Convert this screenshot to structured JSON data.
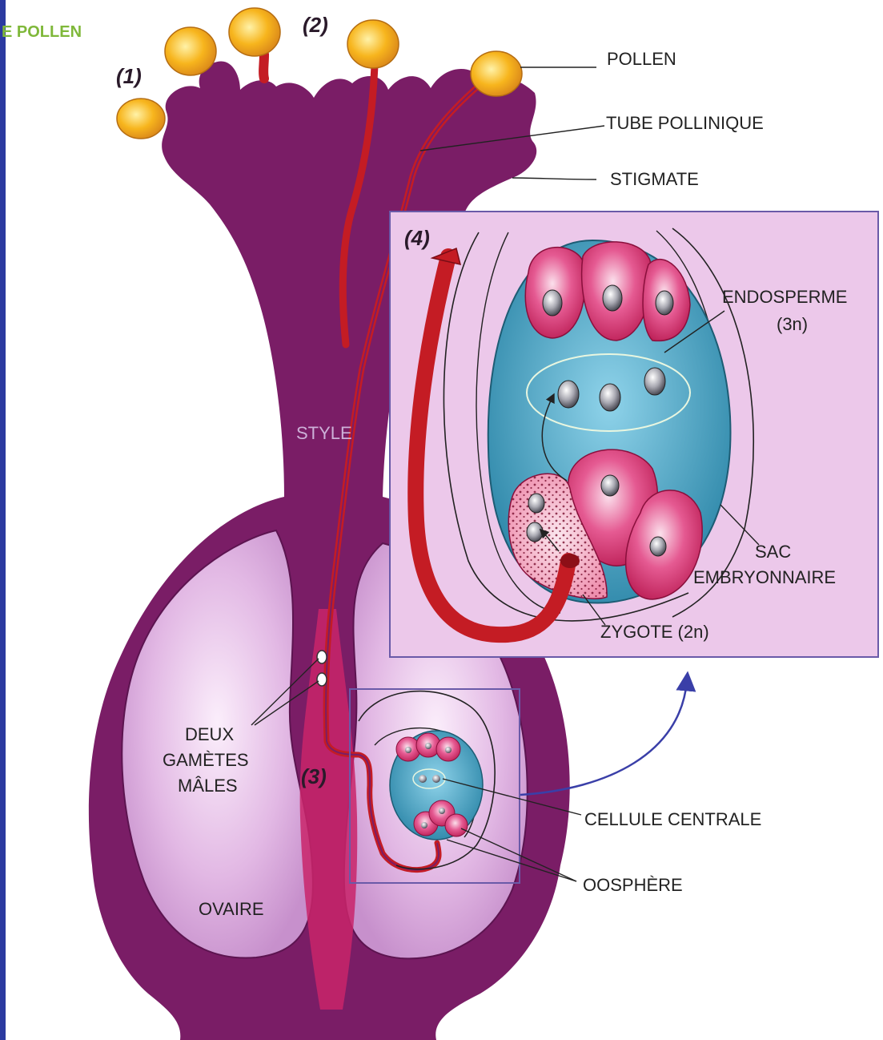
{
  "header": {
    "fragment": "E POLLEN"
  },
  "steps": {
    "s1": "(1)",
    "s2": "(2)",
    "s3": "(3)",
    "s4": "(4)"
  },
  "labels": {
    "pollen": "POLLEN",
    "tube": "TUBE POLLINIQUE",
    "stigmate": "STIGMATE",
    "endosperme": "ENDOSPERME",
    "endosperme_ploidy": "(3n)",
    "sac_line1": "SAC",
    "sac_line2": "EMBRYONNAIRE",
    "zygote": "ZYGOTE (2n)",
    "style": "STYLE",
    "gametes_line1": "DEUX",
    "gametes_line2": "GAMÈTES",
    "gametes_line3": "MÂLES",
    "cellule": "CELLULE CENTRALE",
    "oosphere": "OOSPHÈRE",
    "ovaire": "OVAIRE"
  },
  "colors": {
    "pistil": "#7a1d66",
    "pistil_dark": "#5c1450",
    "ovary_inner": "#e9c6ea",
    "tube": "#c41c24",
    "pollen": "#f5b21c",
    "inset_bg": "#ecc8ea",
    "sac_blue": "#3f9ab8",
    "cell_pink": "#d0245e",
    "frame": "#6a5aa8",
    "arrow": "#3a3fa8"
  }
}
